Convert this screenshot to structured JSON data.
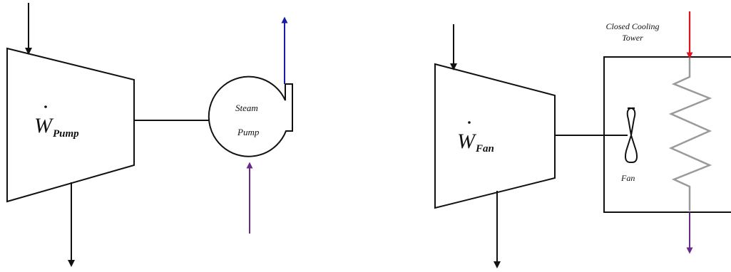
{
  "left": {
    "work_symbol": "W",
    "work_subscript": "Pump",
    "pump_label_top": "Steam",
    "pump_label_bottom": "Pump"
  },
  "right": {
    "work_symbol": "W",
    "work_subscript": "Fan",
    "tower_label_line1": "Closed Cooling",
    "tower_label_line2": "Tower",
    "fan_label": "Fan"
  },
  "colors": {
    "outlet_blue": "#1a1aa8",
    "inlet_purple": "#6a2a8c",
    "inlet_red": "#e0141e",
    "outlet_purple": "#6a2a8c",
    "coil_gray": "#9a9a9a",
    "stroke": "#111111"
  }
}
